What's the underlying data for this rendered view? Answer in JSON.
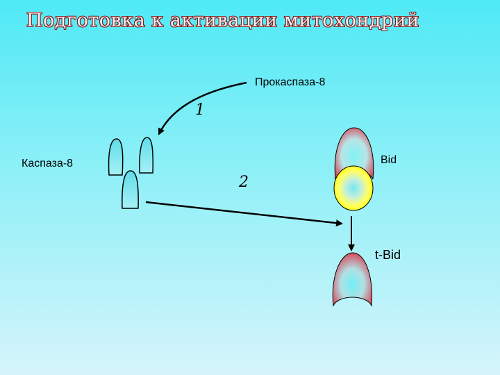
{
  "title": "Подготовка к активации митохондрий",
  "labels": {
    "procaspase": "Прокаспаза-8",
    "caspase": "Каспаза-8",
    "bid": "Bid",
    "tbid": "t-Bid"
  },
  "steps": {
    "one": "1",
    "two": "2"
  }
}
